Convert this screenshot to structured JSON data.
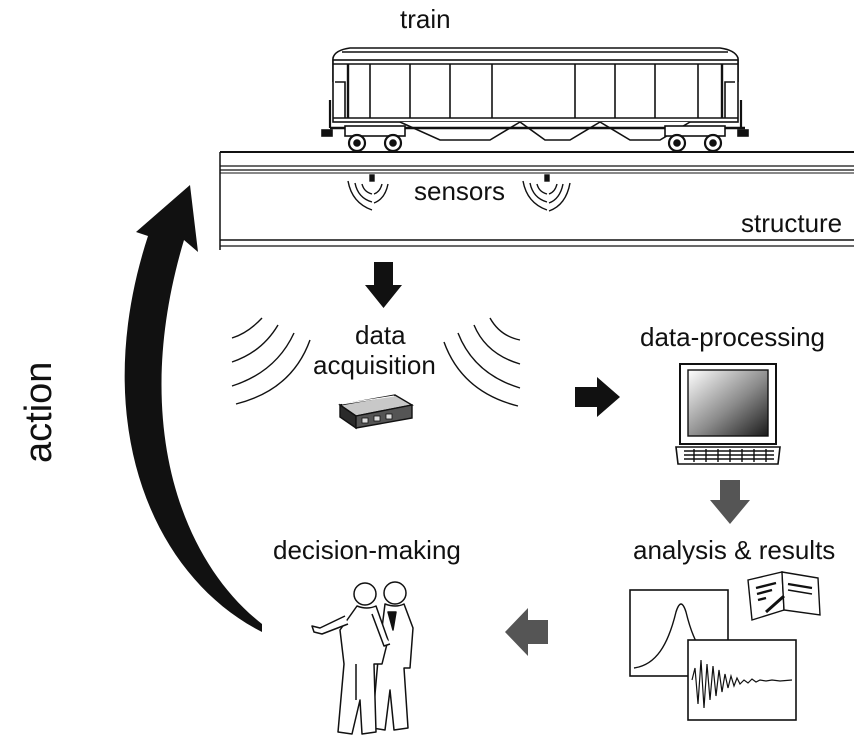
{
  "labels": {
    "train": "train",
    "sensors": "sensors",
    "structure": "structure",
    "data_acquisition_line1": "data",
    "data_acquisition_line2": "acquisition",
    "data_processing": "data-processing",
    "analysis_results": "analysis & results",
    "decision_making": "decision-making",
    "action": "action"
  },
  "colors": {
    "ink": "#111111",
    "arrow_dark": "#111111",
    "arrow_grey": "#555555",
    "screen_gradient_start": "#ffffff",
    "screen_gradient_end": "#1a1a1a"
  },
  "icons": [
    "train-car-icon",
    "sensor-wave-icon",
    "wireless-signal-icon",
    "acquisition-box-icon",
    "computer-icon",
    "peak-chart-icon",
    "decay-signal-chart-icon",
    "report-book-icon",
    "people-discussing-icon"
  ]
}
